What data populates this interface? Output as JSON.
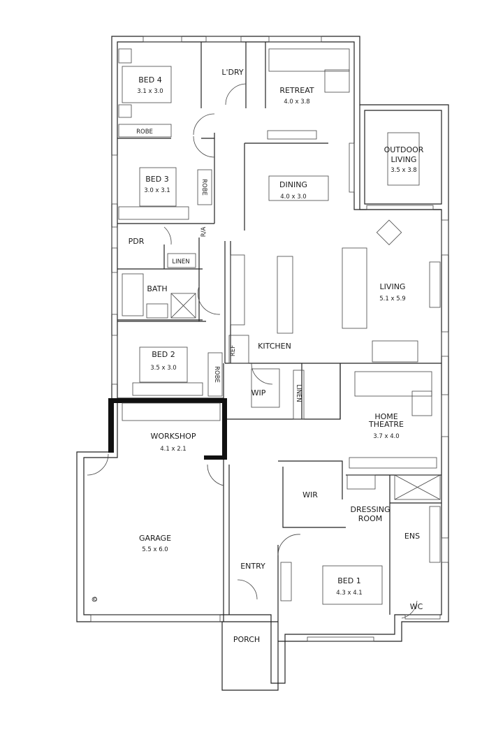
{
  "rooms": {
    "bed4": {
      "name": "BED 4",
      "size": "3.1 x 3.0"
    },
    "laundry": {
      "name": "L'DRY"
    },
    "retreat": {
      "name": "RETREAT",
      "size": "4.0 x 3.8"
    },
    "outdoor": {
      "name1": "OUTDOOR",
      "name2": "LIVING",
      "size": "3.5 x 3.8"
    },
    "robe4": {
      "name": "ROBE"
    },
    "bed3": {
      "name": "BED 3",
      "size": "3.0 x 3.1"
    },
    "robe3": {
      "name": "ROBE"
    },
    "dining": {
      "name": "DINING",
      "size": "4.0 x 3.0"
    },
    "ra": {
      "name": "R/A"
    },
    "pdr": {
      "name": "PDR"
    },
    "linen1": {
      "name": "LINEN"
    },
    "bath": {
      "name": "BATH"
    },
    "living": {
      "name": "LIVING",
      "size": "5.1 x 5.9"
    },
    "kitchen": {
      "name": "KITCHEN"
    },
    "ref": {
      "name": "REF"
    },
    "bed2": {
      "name": "BED 2",
      "size": "3.5 x 3.0"
    },
    "robe2": {
      "name": "ROBE"
    },
    "wip": {
      "name": "WIP"
    },
    "linen2": {
      "name": "LINEN"
    },
    "theatre": {
      "name1": "HOME",
      "name2": "THEATRE",
      "size": "3.7 x 4.0"
    },
    "workshop": {
      "name": "WORKSHOP",
      "size": "4.1 x 2.1"
    },
    "wir": {
      "name": "WIR"
    },
    "dressing": {
      "name1": "DRESSING",
      "name2": "ROOM"
    },
    "ens": {
      "name": "ENS"
    },
    "garage": {
      "name": "GARAGE",
      "size": "5.5 x 6.0"
    },
    "entry": {
      "name": "ENTRY"
    },
    "bed1": {
      "name": "BED 1",
      "size": "4.3 x 4.1"
    },
    "wc": {
      "name": "WC"
    },
    "porch": {
      "name": "PORCH"
    }
  },
  "symbols": {
    "garage_mark": "©"
  }
}
